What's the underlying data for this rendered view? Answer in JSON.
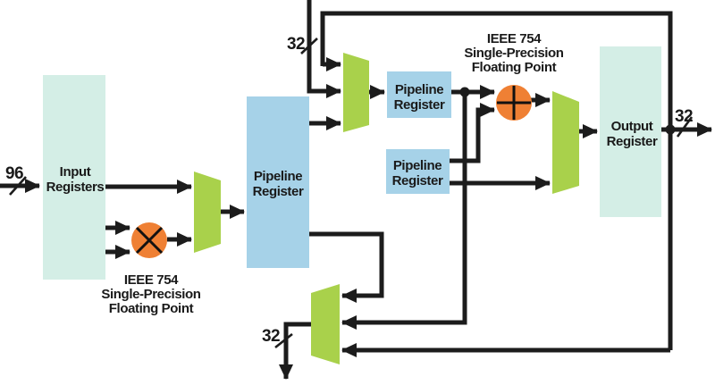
{
  "diagram": {
    "nodes": {
      "input_registers": {
        "line1": "Input",
        "line2": "Registers"
      },
      "pipeline_register_main": {
        "line1": "Pipeline",
        "line2": "Register"
      },
      "pipeline_register_top": {
        "line1": "Pipeline",
        "line2": "Register"
      },
      "pipeline_register_mid": {
        "line1": "Pipeline",
        "line2": "Register"
      },
      "output_register": {
        "line1": "Output",
        "line2": "Register"
      },
      "multiplier": {
        "icon": "multiply-cross",
        "caption_line1": "IEEE 754",
        "caption_line2": "Single-Precision",
        "caption_line3": "Floating Point"
      },
      "adder": {
        "icon": "plus-cross",
        "caption_line1": "IEEE 754",
        "caption_line2": "Single-Precision",
        "caption_line3": "Floating Point"
      }
    },
    "bus_labels": {
      "input_width": "96",
      "feedback_width": "32",
      "output_width": "32",
      "writeback_width": "32"
    },
    "colors": {
      "register_fill": "#d4eee6",
      "pipeline_register_fill": "#a6d2e8",
      "mux_fill": "#a9d14b",
      "alu_fill": "#ef8034",
      "wire": "#1c1c1c",
      "label_text": "#1a1a1a"
    }
  }
}
